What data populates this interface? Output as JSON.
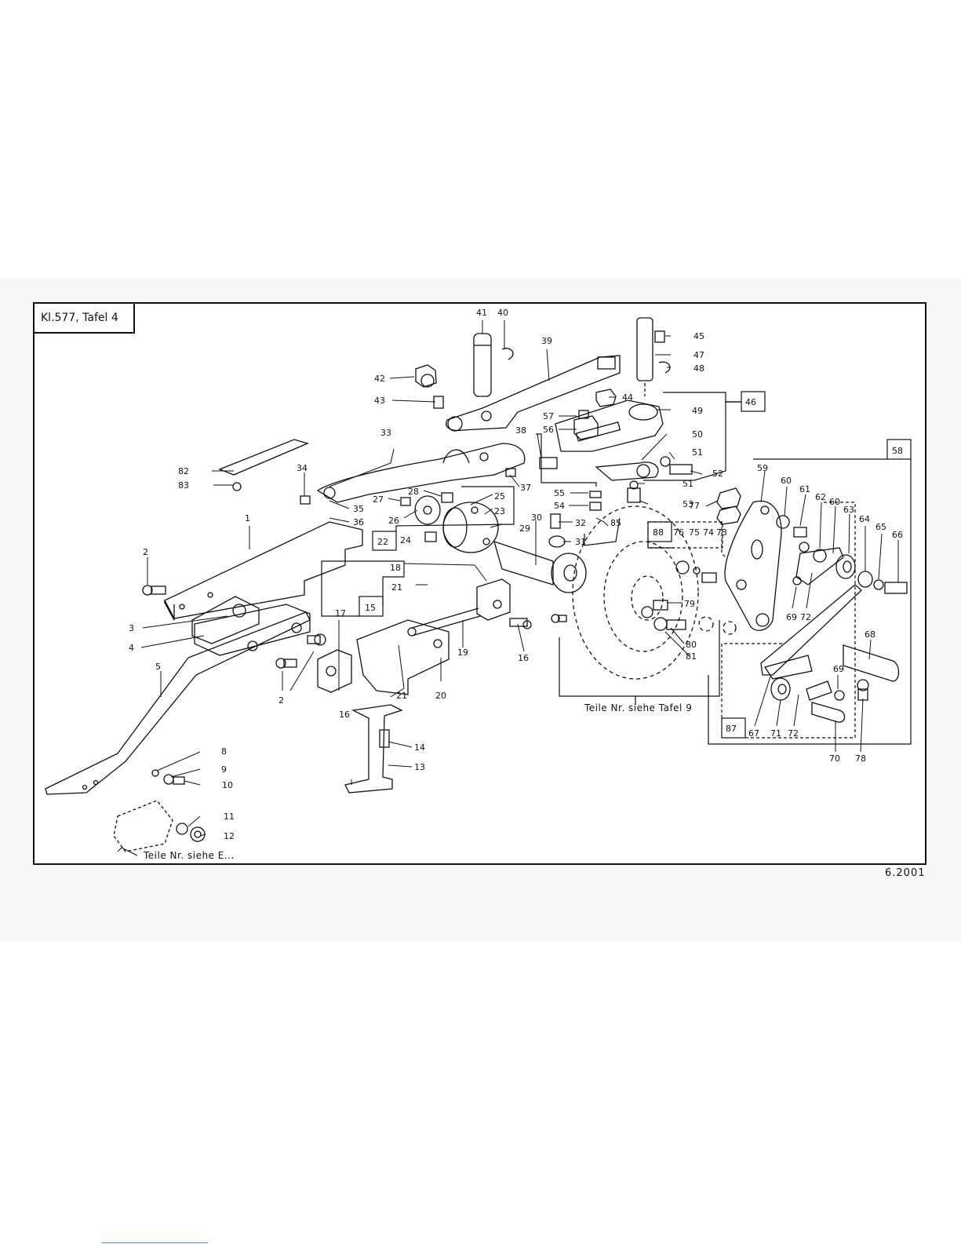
{
  "header": {
    "title": "Kl.577, Tafel  4"
  },
  "footer": {
    "date": "6.2001"
  },
  "notes": {
    "tafel9": "Teile  Nr. siehe Tafel 9",
    "teile_e": "Teile  Nr. siehe E..."
  },
  "labels": {
    "n1": "1",
    "n2a": "2",
    "n2b": "2",
    "n3": "3",
    "n4": "4",
    "n5": "5",
    "n8": "8",
    "n9": "9",
    "n10": "10",
    "n11": "11",
    "n12": "12",
    "n13": "13",
    "n14": "14",
    "n15": "15",
    "n16a": "16",
    "n16b": "16",
    "n17": "17",
    "n18": "18",
    "n19": "19",
    "n20": "20",
    "n21a": "21",
    "n21b": "21",
    "n22": "22",
    "n23": "23",
    "n24": "24",
    "n25": "25",
    "n26": "26",
    "n27": "27",
    "n28": "28",
    "n29": "29",
    "n30": "30",
    "n31": "31",
    "n32": "32",
    "n33": "33",
    "n34": "34",
    "n35": "35",
    "n36": "36",
    "n37": "37",
    "n38": "38",
    "n39": "39",
    "n40": "40",
    "n41": "41",
    "n42": "42",
    "n43": "43",
    "n44": "44",
    "n45": "45",
    "n46": "46",
    "n47": "47",
    "n48": "48",
    "n49": "49",
    "n50": "50",
    "n51a": "51",
    "n51b": "51",
    "n52": "52",
    "n53": "53",
    "n54": "54",
    "n55": "55",
    "n56": "56",
    "n57": "57",
    "n58": "58",
    "n59": "59",
    "n60a": "60",
    "n60b": "60",
    "n61": "61",
    "n62": "62",
    "n63": "63",
    "n64": "64",
    "n65": "65",
    "n66": "66",
    "n67": "67",
    "n68": "68",
    "n69a": "69",
    "n69b": "69",
    "n70": "70",
    "n71": "71",
    "n72a": "72",
    "n72b": "72",
    "n73": "73",
    "n74": "74",
    "n75": "75",
    "n76": "76",
    "n77": "77",
    "n78": "78",
    "n79": "79",
    "n80": "80",
    "n81": "81",
    "n82": "82",
    "n83": "83",
    "n85": "85",
    "n87": "87",
    "n88": "88"
  }
}
